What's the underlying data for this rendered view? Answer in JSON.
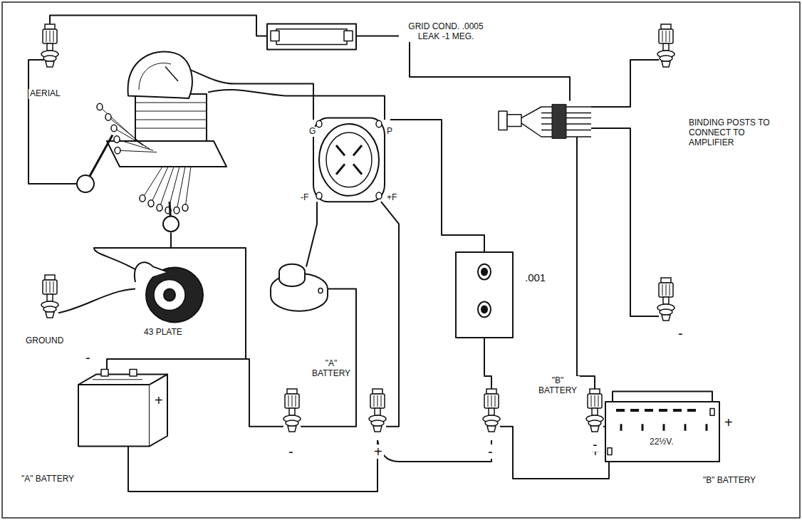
{
  "diagram": {
    "labels": [
      "GRID COND. .0005 LEAK -1 MEG.",
      "AERIAL",
      "BINDING POSTS TO CONNECT TO AMPLIFIER",
      "G",
      "P",
      "-F",
      "+F",
      "GROUND",
      "43 PLATE",
      ".001",
      "\"A\" BATTERY",
      "\"B\" BATTERY",
      "\"A\" BATTERY",
      "\"B\" BATTERY",
      "-",
      "+",
      "-",
      "+",
      "-",
      "+",
      "-",
      "+",
      "22½V.",
      "-"
    ]
  }
}
